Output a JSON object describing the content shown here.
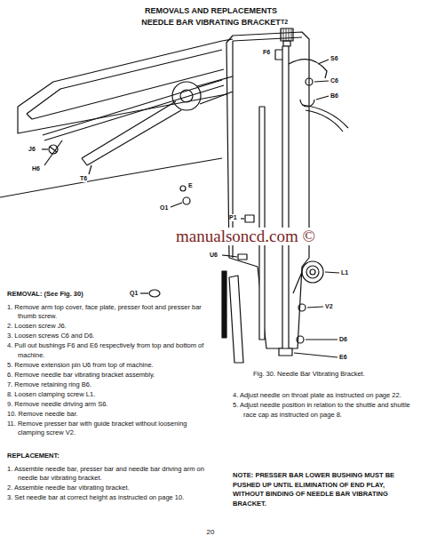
{
  "diagram": {
    "title": "REMOVALS AND REPLACEMENTS NEEDLE BAR VIBRATING BRACKET",
    "caption": "Fig. 30. Needle Bar Vibrating Bracket.",
    "labels": [
      "T2",
      "F6",
      "S6",
      "C6",
      "B6",
      "J6",
      "H6",
      "T6",
      "E",
      "O1",
      "P1",
      "U6",
      "L1",
      "V2",
      "D6",
      "E6",
      "Q1",
      "manualsoncd.com ©",
      "REMOVAL: (See Fig. 30)",
      "1. Remove arm top cover, face plate, presser foot and presser bar thumb screw.",
      "2. Loosen screw J6.",
      "3. Loosen screws C6 and D6.",
      "4. Pull out bushings F6 and E6 respectively from top and bottom of machine.",
      "5. Remove extension pin U6 from top of machine.",
      "6. Remove needle bar vibrating bracket assembly.",
      "7. Remove retaining ring B6.",
      "8. Loosen clamping screw L1.",
      "9. Remove needle driving arm S6.",
      "10. Remove needle bar.",
      "11. Remove presser bar with guide bracket without loosening clamping screw V2.",
      "REPLACEMENT:",
      "1. Assemble needle bar, presser bar and needle bar driving arm on needle bar vibrating bracket.",
      "2. Assemble needle bar vibrating bracket.",
      "3. Set needle bar at correct height as instructed on page 10.",
      "4. Adjust needle on throat plate as instructed on page 22.",
      "5. Adjust needle position in relation to the shuttle and shuttle race cap as instructed on page 8.",
      "NOTE: PRESSER BAR LOWER BUSHING MUST BE PUSHED UP UNTIL ELIMINATION OF END PLAY, WITHOUT BINDING OF NEEDLE BAR VIBRATING BRACKET.",
      "20"
    ]
  }
}
